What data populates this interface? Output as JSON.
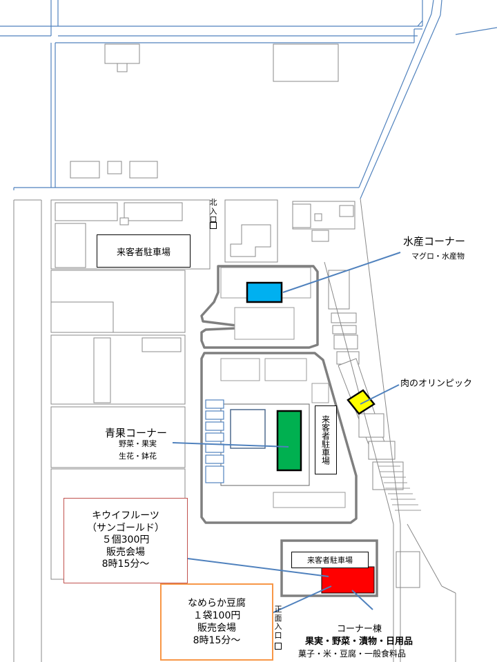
{
  "labels": {
    "north_gate": "北入口",
    "parking_north": "来客者駐車場",
    "parking_center": "来客者駐車場",
    "parking_south": "来客者駐車場",
    "front_gate": "正面入口"
  },
  "areas": {
    "seafood": {
      "title": "水産コーナー",
      "sub": "マグロ・水産物",
      "color": "#00b0f0"
    },
    "meat": {
      "title": "肉のオリンピック",
      "color": "#ffff00"
    },
    "produce": {
      "title": "青果コーナー",
      "line1": "野菜・果実",
      "line2": "生花・鉢花",
      "color": "#00b050"
    },
    "corner_bldg": {
      "title": "コーナー棟",
      "line1": "果実・野菜・漬物・日用品",
      "line2": "菓子・米・豆腐・一般食料品",
      "color": "#ff0000"
    }
  },
  "callouts": {
    "kiwi": {
      "lines": [
        "キウイフルーツ",
        "（サンゴールド）",
        "５個300円",
        "販売会場",
        "8時15分～"
      ],
      "border": "#c0504d"
    },
    "tofu": {
      "lines": [
        "なめらか豆腐",
        "１袋100円",
        "販売会場",
        "8時15分～"
      ],
      "border": "#f79646"
    }
  },
  "colors": {
    "road": "#4f81bd",
    "outline": "#7f7f7f",
    "leader": "#4f81bd"
  }
}
